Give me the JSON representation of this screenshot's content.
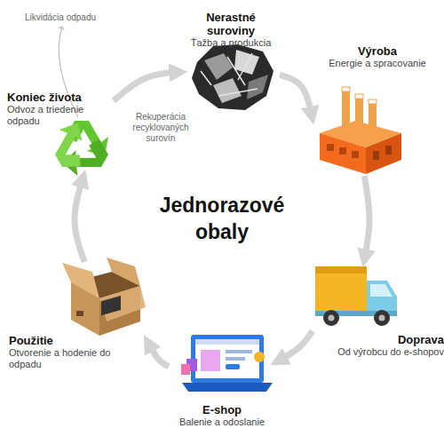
{
  "diagram": {
    "title": "Jednorazové obaly",
    "nodes": [
      {
        "text": [
          "Nerastné suroviny",
          "Ťažba a produkcia"
        ]
      },
      {
        "text": [
          "Výroba",
          "Energie a spracovanie"
        ]
      },
      {
        "text": [
          "Doprava",
          "Od výrobcu do e-shopov"
        ]
      },
      {
        "text": [
          "E-shop",
          "Balenie a odoslanie"
        ]
      },
      {
        "text": [
          "Použitie",
          "Otvorenie a hodenie do odpadu"
        ]
      },
      {
        "text": [
          "Koniec života",
          "Odvoz a triedenie odpadu"
        ]
      }
    ],
    "edges": [
      {
        "from": 0,
        "to": 1,
        "arrow": "to"
      },
      {
        "from": 1,
        "to": 2,
        "arrow": "to"
      },
      {
        "from": 2,
        "to": 3,
        "arrow": "to"
      },
      {
        "from": 3,
        "to": 4,
        "arrow": "to"
      },
      {
        "from": 4,
        "to": 5,
        "arrow": "to"
      },
      {
        "from": 5,
        "to": 0,
        "label": "Rekuperácia recyklovaných surovín",
        "arrow": "to"
      }
    ],
    "labels": [
      "Likvidácia odpadu"
    ]
  }
}
